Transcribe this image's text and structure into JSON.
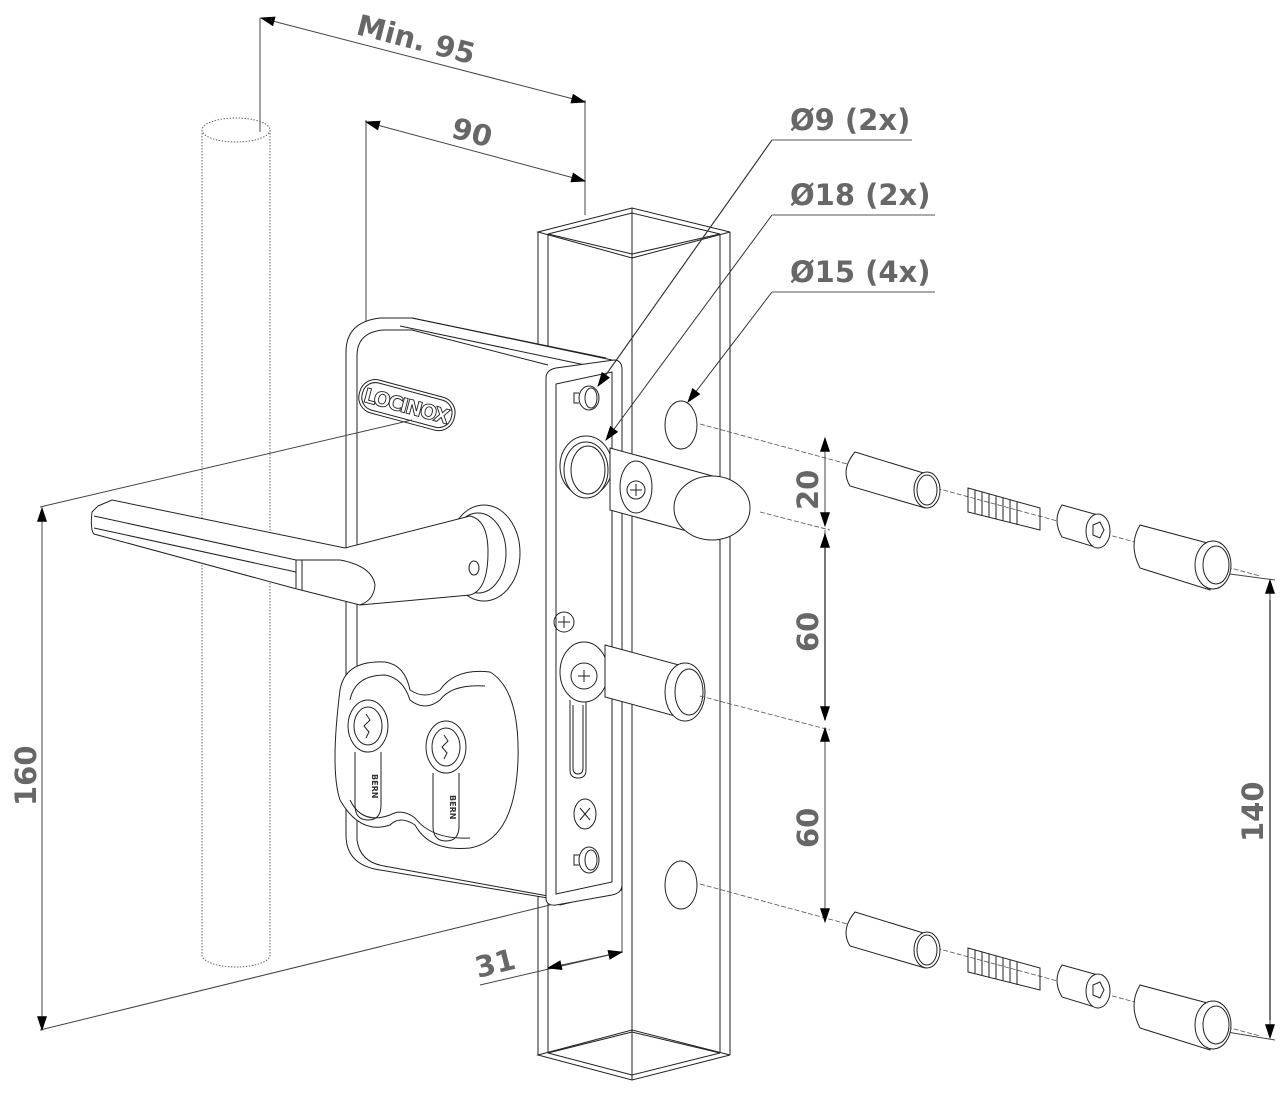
{
  "diagram": {
    "title": "Gate lock installation dimensions",
    "brand_label": "LOCINOX",
    "cylinder_label": "BERN",
    "colors": {
      "line": "#222222",
      "dimension_text": "#676767",
      "dimension_bar": "#aaaaaa",
      "arrow": "#000000",
      "background": "#ffffff"
    },
    "dimensions": {
      "min_95": "Min. 95",
      "width_90": "90",
      "height_160": "160",
      "offset_31": "31",
      "spacing_20": "20",
      "spacing_60_upper": "60",
      "spacing_60_lower": "60",
      "span_140": "140"
    },
    "callouts": [
      {
        "id": "hole-9",
        "label": "Ø9 (2x)"
      },
      {
        "id": "hole-18",
        "label": "Ø18 (2x)"
      },
      {
        "id": "hole-15",
        "label": "Ø15 (4x)"
      }
    ],
    "components": [
      "round-post",
      "lock-body",
      "lever-handle",
      "double-cylinder",
      "square-profile",
      "spacer-sleeve",
      "socket-cap-screw",
      "cap-nut"
    ]
  }
}
